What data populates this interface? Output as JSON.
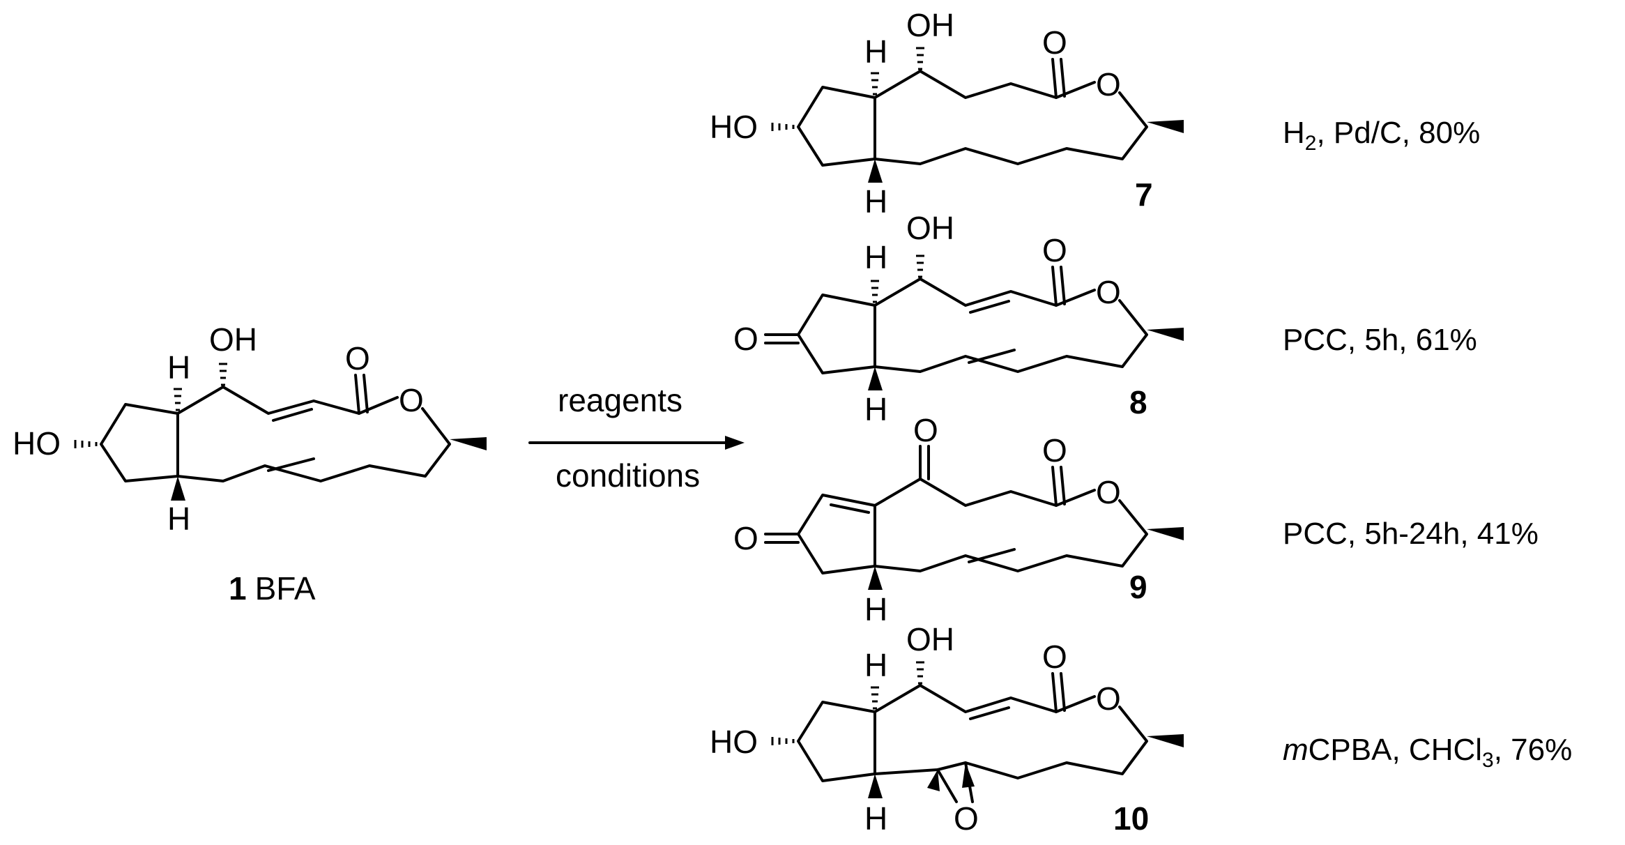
{
  "atom_labels": {
    "oh": "OH",
    "ho": "HO",
    "o": "O",
    "h": "H"
  },
  "starting_material": {
    "number": "1",
    "name": "BFA"
  },
  "arrow": {
    "above": "reagents",
    "below": "conditions"
  },
  "products": [
    {
      "number": "7",
      "conditions": {
        "pre": "H",
        "sub": "2",
        "post": ", Pd/C, 80%"
      }
    },
    {
      "number": "8",
      "conditions": {
        "pre": "PCC, 5h, 61%",
        "sub": "",
        "post": ""
      }
    },
    {
      "number": "9",
      "conditions": {
        "pre": "PCC, 5h-24h, 41%",
        "sub": "",
        "post": ""
      }
    },
    {
      "number": "10",
      "conditions": {
        "italic": "m",
        "pre": "CPBA, CHCl",
        "sub": "3",
        "post": ", 76%"
      }
    }
  ]
}
